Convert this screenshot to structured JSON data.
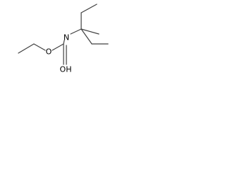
{
  "molecule": {
    "atoms": {
      "o_ether": {
        "label": "O",
        "color": "#ff0d0d"
      },
      "n_amide": {
        "label": "N",
        "color": "#3050f8"
      },
      "o_hydroxyl": {
        "label": "OH",
        "color": "#ff0d0d"
      }
    },
    "bond_color": "#404040"
  }
}
